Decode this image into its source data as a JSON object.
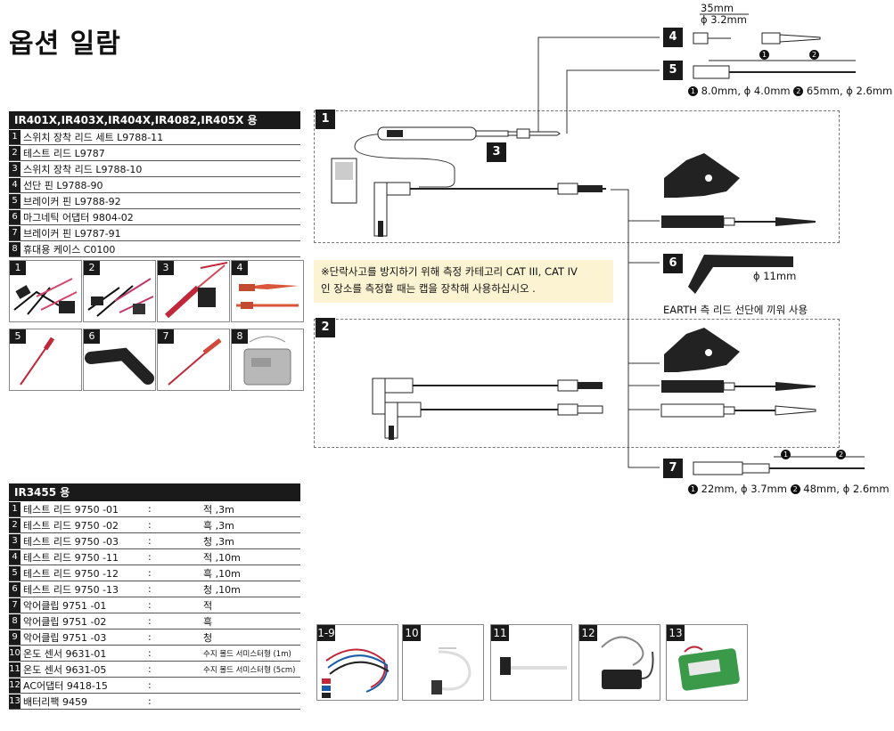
{
  "title": "옵션 일람",
  "table1": {
    "header": "IR401X,IR403X,IR404X,IR4082,IR405X 용",
    "rows": [
      {
        "num": "1",
        "name": "스위치 장착 리드 세트 L9788-11"
      },
      {
        "num": "2",
        "name": "테스트 리드 L9787"
      },
      {
        "num": "3",
        "name": "스위치 장착 리드 L9788-10"
      },
      {
        "num": "4",
        "name": "선단 핀 L9788-90"
      },
      {
        "num": "5",
        "name": "브레이커 핀 L9788-92"
      },
      {
        "num": "6",
        "name": "마그네틱 어댑터 9804-02"
      },
      {
        "num": "7",
        "name": "브레이커 핀 L9787-91"
      },
      {
        "num": "8",
        "name": "휴대용 케이스 C0100"
      }
    ]
  },
  "thumbs_top": [
    "1",
    "2",
    "3",
    "4",
    "5",
    "6",
    "7",
    "8"
  ],
  "table2": {
    "header": "IR3455 용",
    "rows": [
      {
        "num": "1",
        "name": "테스트 리드  9750 -01",
        "colon": ":",
        "spec": "적 ,3m"
      },
      {
        "num": "2",
        "name": "테스트 리드  9750 -02",
        "colon": ":",
        "spec": "흑 ,3m"
      },
      {
        "num": "3",
        "name": "테스트 리드  9750 -03",
        "colon": ":",
        "spec": "청 ,3m"
      },
      {
        "num": "4",
        "name": "테스트 리드  9750 -11",
        "colon": ":",
        "spec": "적 ,10m"
      },
      {
        "num": "5",
        "name": "테스트 리드  9750 -12",
        "colon": ":",
        "spec": "흑 ,10m"
      },
      {
        "num": "6",
        "name": "테스트 리드  9750 -13",
        "colon": ":",
        "spec": "청 ,10m"
      },
      {
        "num": "7",
        "name": "악어클립  9751 -01",
        "colon": ":",
        "spec": "적"
      },
      {
        "num": "8",
        "name": "악어클립  9751 -02",
        "colon": ":",
        "spec": "흑"
      },
      {
        "num": "9",
        "name": "악어클립  9751 -03",
        "colon": ":",
        "spec": "청"
      },
      {
        "num": "10",
        "name": "온도 센서 9631-01",
        "colon": ":",
        "spec": "수지 몰드 서미스터형 (1m)"
      },
      {
        "num": "11",
        "name": "온도 센서 9631-05",
        "colon": ":",
        "spec": "수지 몰드 서미스터형 (5cm)"
      },
      {
        "num": "12",
        "name": "AC어댑터 9418-15",
        "colon": ":",
        "spec": ""
      },
      {
        "num": "13",
        "name": "배터리팩 9459",
        "colon": ":",
        "spec": ""
      }
    ]
  },
  "thumbs_bottom": [
    "1-9",
    "10",
    "11",
    "12",
    "13"
  ],
  "diagram": {
    "labels": {
      "n1": "1",
      "n2": "2",
      "n3": "3",
      "n4": "4",
      "n5": "5",
      "n6": "6",
      "n7": "7",
      "dim_top_len": "35mm",
      "dim_top_dia": "ϕ 3.2mm",
      "c1": "1",
      "c2": "2",
      "pin5_a": "8.0mm, ϕ 4.0mm",
      "pin5_b": "65mm, ϕ 2.6mm",
      "mag_dia": "ϕ 11mm",
      "earth_note": "EARTH 측 리드 선단에 끼워 사용",
      "pin7_a": "22mm, ϕ 3.7mm",
      "pin7_b": "48mm, ϕ 2.6mm"
    },
    "note_line1": "※단락사고를 방지하기 위해 측정 카테고리 CAT III, CAT IV",
    "note_line2": "인 장소를 측정할 때는 캡을 장착해 사용하십시오 ."
  }
}
